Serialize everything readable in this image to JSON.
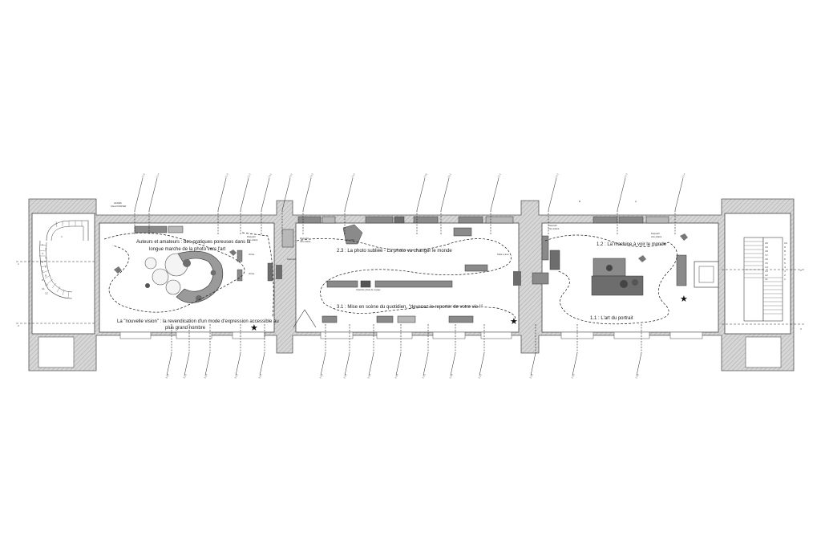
{
  "rooms": {
    "west": {
      "title_1": "Auteurs et amateurs : des pratiques poreuses dans la",
      "title_2": "longue marche de la photo vers l'art",
      "title_3": "La \"nouvelle vision\" : la revendication d'un mode d'expression accessible au",
      "title_4": "plus grand nombre"
    },
    "central": {
      "title_top": "2.3 : La photo subliée - La photo va changer le monde",
      "title_bottom": "3.1 : Mise en scène du quotidien, \"devenez le reporter de votre vie !\""
    },
    "east": {
      "title_top": "1.2 : La machine à voir le monde",
      "title_bottom": "1.1 : L'art du portrait"
    }
  },
  "labels": {
    "acces": "ACCES",
    "acces_sub": "SALE POMPIER",
    "dispositif": "Dispositif",
    "vitre": "vitre éclairé",
    "mur": "Mur 400",
    "chambre": "Chambre photo de voyage",
    "vitrine": "Vitrine",
    "table": "Table à Jeux",
    "star": "★"
  },
  "stairs": {
    "west_numbers": [
      "1",
      "2",
      "3",
      "4",
      "5",
      "6",
      "7",
      "8",
      "9",
      "10",
      "11",
      "12",
      "13",
      "14",
      "15",
      "16",
      "17",
      "18",
      "19",
      "20"
    ],
    "east_numbers": [
      "20",
      "19",
      "18",
      "17",
      "16",
      "15",
      "14",
      "13",
      "12",
      "11",
      "10",
      "9",
      "8",
      "7",
      "6",
      "5",
      "4",
      "3",
      "2",
      "1"
    ]
  },
  "side_marks": {
    "left_top": "1",
    "left_bottom": "2",
    "right_top": "2",
    "right_bottom": "2",
    "section_a": "A",
    "section_b": "B"
  },
  "callouts_top": [
    "1.1.5",
    "1.1.4",
    "1.1.3",
    "1.1.2",
    "2.3.1",
    "2.3.2",
    "2.3.3",
    "2.3.4",
    "2.3.5",
    "3.1.1",
    "1.2.1",
    "1.2.2",
    "1.2.3",
    "1.2.4"
  ],
  "callouts_bottom": [
    "3.1.6",
    "3.1.5",
    "3.1.4",
    "3.1.3",
    "3.1.2",
    "2.2.1",
    "2.2.2",
    "2.2.3",
    "2.2.4",
    "2.2.5",
    "2.2.6",
    "1.1.1",
    "1.1.6",
    "1.2.5",
    "1.2.6"
  ],
  "colors": {
    "wall": "#bdbdbd",
    "wall_hatch": "#9a9a9a",
    "line": "#1a1a1a",
    "exhibit_dark": "#6d6d6d",
    "exhibit_mid": "#8a8a8a",
    "exhibit_light": "#b8b8b8"
  }
}
